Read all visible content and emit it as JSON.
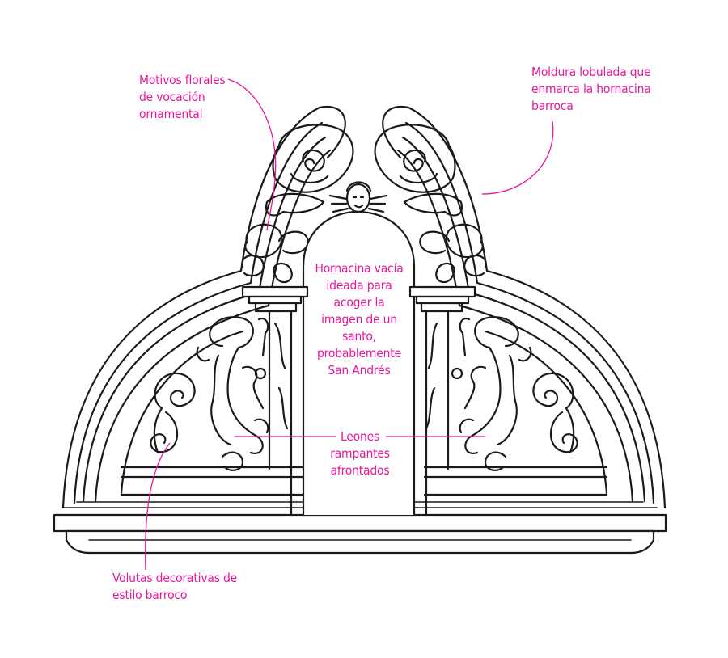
{
  "colors": {
    "ink": "#1a1a1a",
    "annotation": "#e6179a",
    "background": "#ffffff"
  },
  "labels": {
    "floral": [
      "Motivos florales",
      "de vocación",
      "ornamental"
    ],
    "molding": [
      "Moldura lobulada que",
      "enmarca la hornacina",
      "barroca"
    ],
    "niche": [
      "Hornacina vacía",
      "ideada para",
      "acoger la",
      "imagen de un",
      "santo,",
      "probablemente",
      "San Andrés"
    ],
    "lions": [
      "Leones",
      "rampantes",
      "afrontados"
    ],
    "volutes": [
      "Volutas decorativas de",
      "estilo barroco"
    ]
  }
}
